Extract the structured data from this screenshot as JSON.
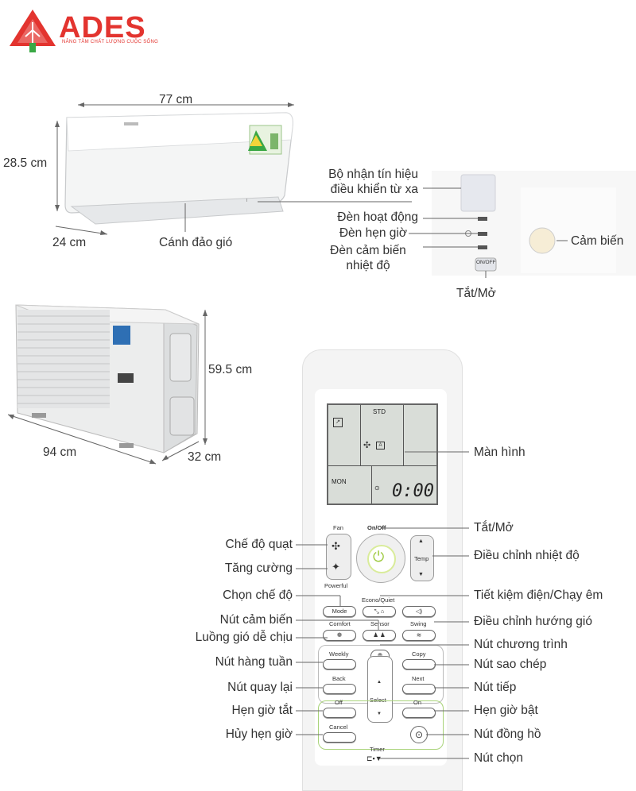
{
  "brand": {
    "name": "ADES",
    "tagline": "NÂNG TẦM CHẤT LƯỢNG CUỘC SỐNG",
    "color": "#e3342f",
    "green": "#3aa845"
  },
  "indoor_unit": {
    "width": "77 cm",
    "height": "28.5 cm",
    "depth": "24 cm",
    "flap_label": "Cánh đảo gió",
    "panel_labels": {
      "receiver": "Bộ nhận tín hiệu\nđiều khiển từ xa",
      "operation_lamp": "Đèn hoạt động",
      "timer_lamp": "Đèn hẹn giờ",
      "sensor_lamp": "Đèn cảm biến\nnhiệt độ",
      "sensor": "Cảm biến",
      "onoff": "Tắt/Mở",
      "onoff_button_text": "ON/OFF"
    }
  },
  "outdoor_unit": {
    "height": "59.5 cm",
    "width": "94  cm",
    "depth": "32 cm"
  },
  "remote": {
    "lcd": {
      "std": "STD",
      "mon": "MON",
      "time": "0:00"
    },
    "buttons": {
      "fan": "Fan",
      "powerful": "Powerful",
      "onoff": "On/Off",
      "temp": "Temp",
      "econo_quiet": "Econo/Quiet",
      "mode": "Mode",
      "comfort": "Comfort",
      "sensor": "Sensor",
      "swing": "Swing",
      "weekly": "Weekly",
      "copy": "Copy",
      "back": "Back",
      "next": "Next",
      "select": "Select",
      "off": "Off",
      "on": "On",
      "cancel": "Cancel",
      "timer": "Timer"
    },
    "callouts_left": {
      "fan_mode": "Chế độ quạt",
      "powerful": "Tăng cường",
      "mode": "Chọn chế độ",
      "sensor": "Nút cảm biến",
      "comfort": "Luồng gió dễ chịu",
      "weekly": "Nút hàng tuần",
      "back": "Nút quay lại",
      "off_timer": "Hẹn giờ tắt",
      "cancel_timer": "Hủy hẹn giờ"
    },
    "callouts_right": {
      "screen": "Màn hình",
      "onoff": "Tắt/Mở",
      "temp": "Điều chỉnh nhiệt độ",
      "econo": "Tiết kiệm điện/Chạy êm",
      "swing": "Điều chỉnh hướng gió",
      "program": "Nút chương trình",
      "copy": "Nút sao chép",
      "next": "Nút tiếp",
      "on_timer": "Hẹn giờ bật",
      "clock": "Nút đồng hồ",
      "select": "Nút chọn"
    }
  }
}
